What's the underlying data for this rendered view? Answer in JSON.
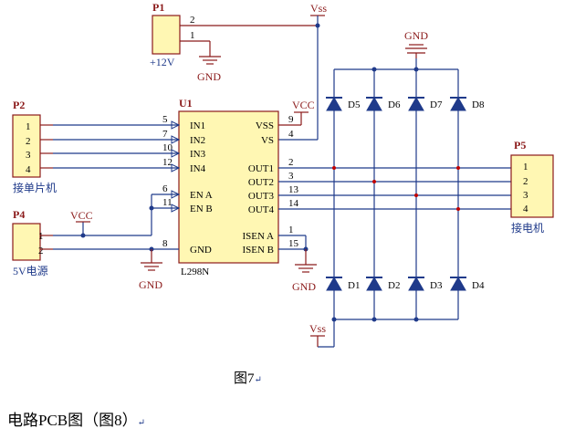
{
  "designators": {
    "p1": "P1",
    "p2": "P2",
    "p4": "P4",
    "p5": "P5",
    "u1": "U1"
  },
  "ic": {
    "part": "L298N",
    "left_pins": [
      {
        "name": "IN1",
        "num": "5"
      },
      {
        "name": "IN2",
        "num": "7"
      },
      {
        "name": "IN3",
        "num": "10"
      },
      {
        "name": "IN4",
        "num": "12"
      },
      {
        "name": "EN A",
        "num": "6"
      },
      {
        "name": "EN B",
        "num": "11"
      },
      {
        "name": "GND",
        "num": "8"
      }
    ],
    "right_pins": [
      {
        "name": "VSS",
        "num": "9"
      },
      {
        "name": "VS",
        "num": "4"
      },
      {
        "name": "OUT1",
        "num": "2"
      },
      {
        "name": "OUT2",
        "num": "3"
      },
      {
        "name": "OUT3",
        "num": "13"
      },
      {
        "name": "OUT4",
        "num": "14"
      },
      {
        "name": "ISEN A",
        "num": "1"
      },
      {
        "name": "ISEN B",
        "num": "15"
      }
    ]
  },
  "p1": {
    "pins": [
      "2",
      "1"
    ],
    "label": "+12V"
  },
  "p2": {
    "pins": [
      "1",
      "2",
      "3",
      "4"
    ],
    "label": "接单片机"
  },
  "p4": {
    "pins": [
      "1",
      "2"
    ],
    "label": "5V电源"
  },
  "p5": {
    "pins": [
      "1",
      "2",
      "3",
      "4"
    ],
    "label": "接电机"
  },
  "power": {
    "vss_top": "Vss",
    "vss_bottom": "Vss",
    "vcc_ic": "VCC",
    "vcc_p4": "VCC",
    "gnd_p1": "GND",
    "gnd_top": "GND",
    "gnd_p4": "GND",
    "gnd_isen": "GND"
  },
  "diodes_top": [
    "D5",
    "D6",
    "D7",
    "D8"
  ],
  "diodes_bottom": [
    "D1",
    "D2",
    "D3",
    "D4"
  ],
  "caption": "图7",
  "footer": "电路PCB图（图8）",
  "return_mark": "↵"
}
